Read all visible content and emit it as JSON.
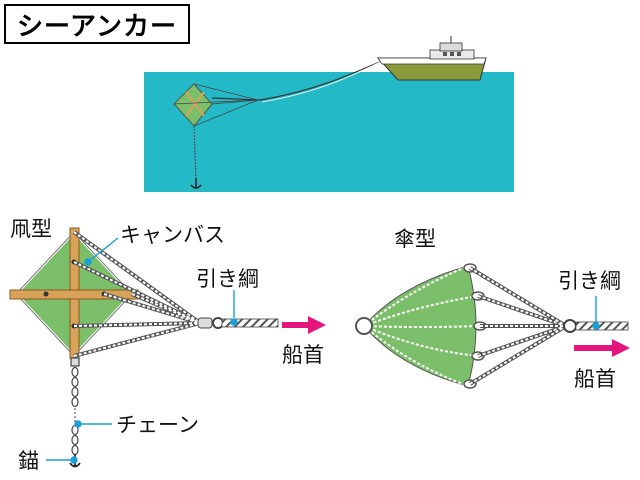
{
  "title": "シーアンカー",
  "labels": {
    "kite_type": "凧型",
    "canvas": "キャンバス",
    "tow_rope_left": "引き綱",
    "bow_left": "船首",
    "chain": "チェーン",
    "anchor": "錨",
    "umbrella_type": "傘型",
    "tow_rope_right": "引き綱",
    "bow_right": "船首"
  },
  "colors": {
    "sea": "#24b9c6",
    "canvas_green": "#7cbf6a",
    "wood": "#d9a25a",
    "arrow_magenta": "#e5157e",
    "callout_blue": "#1a9fd8",
    "hull": "#8a9a3a"
  }
}
